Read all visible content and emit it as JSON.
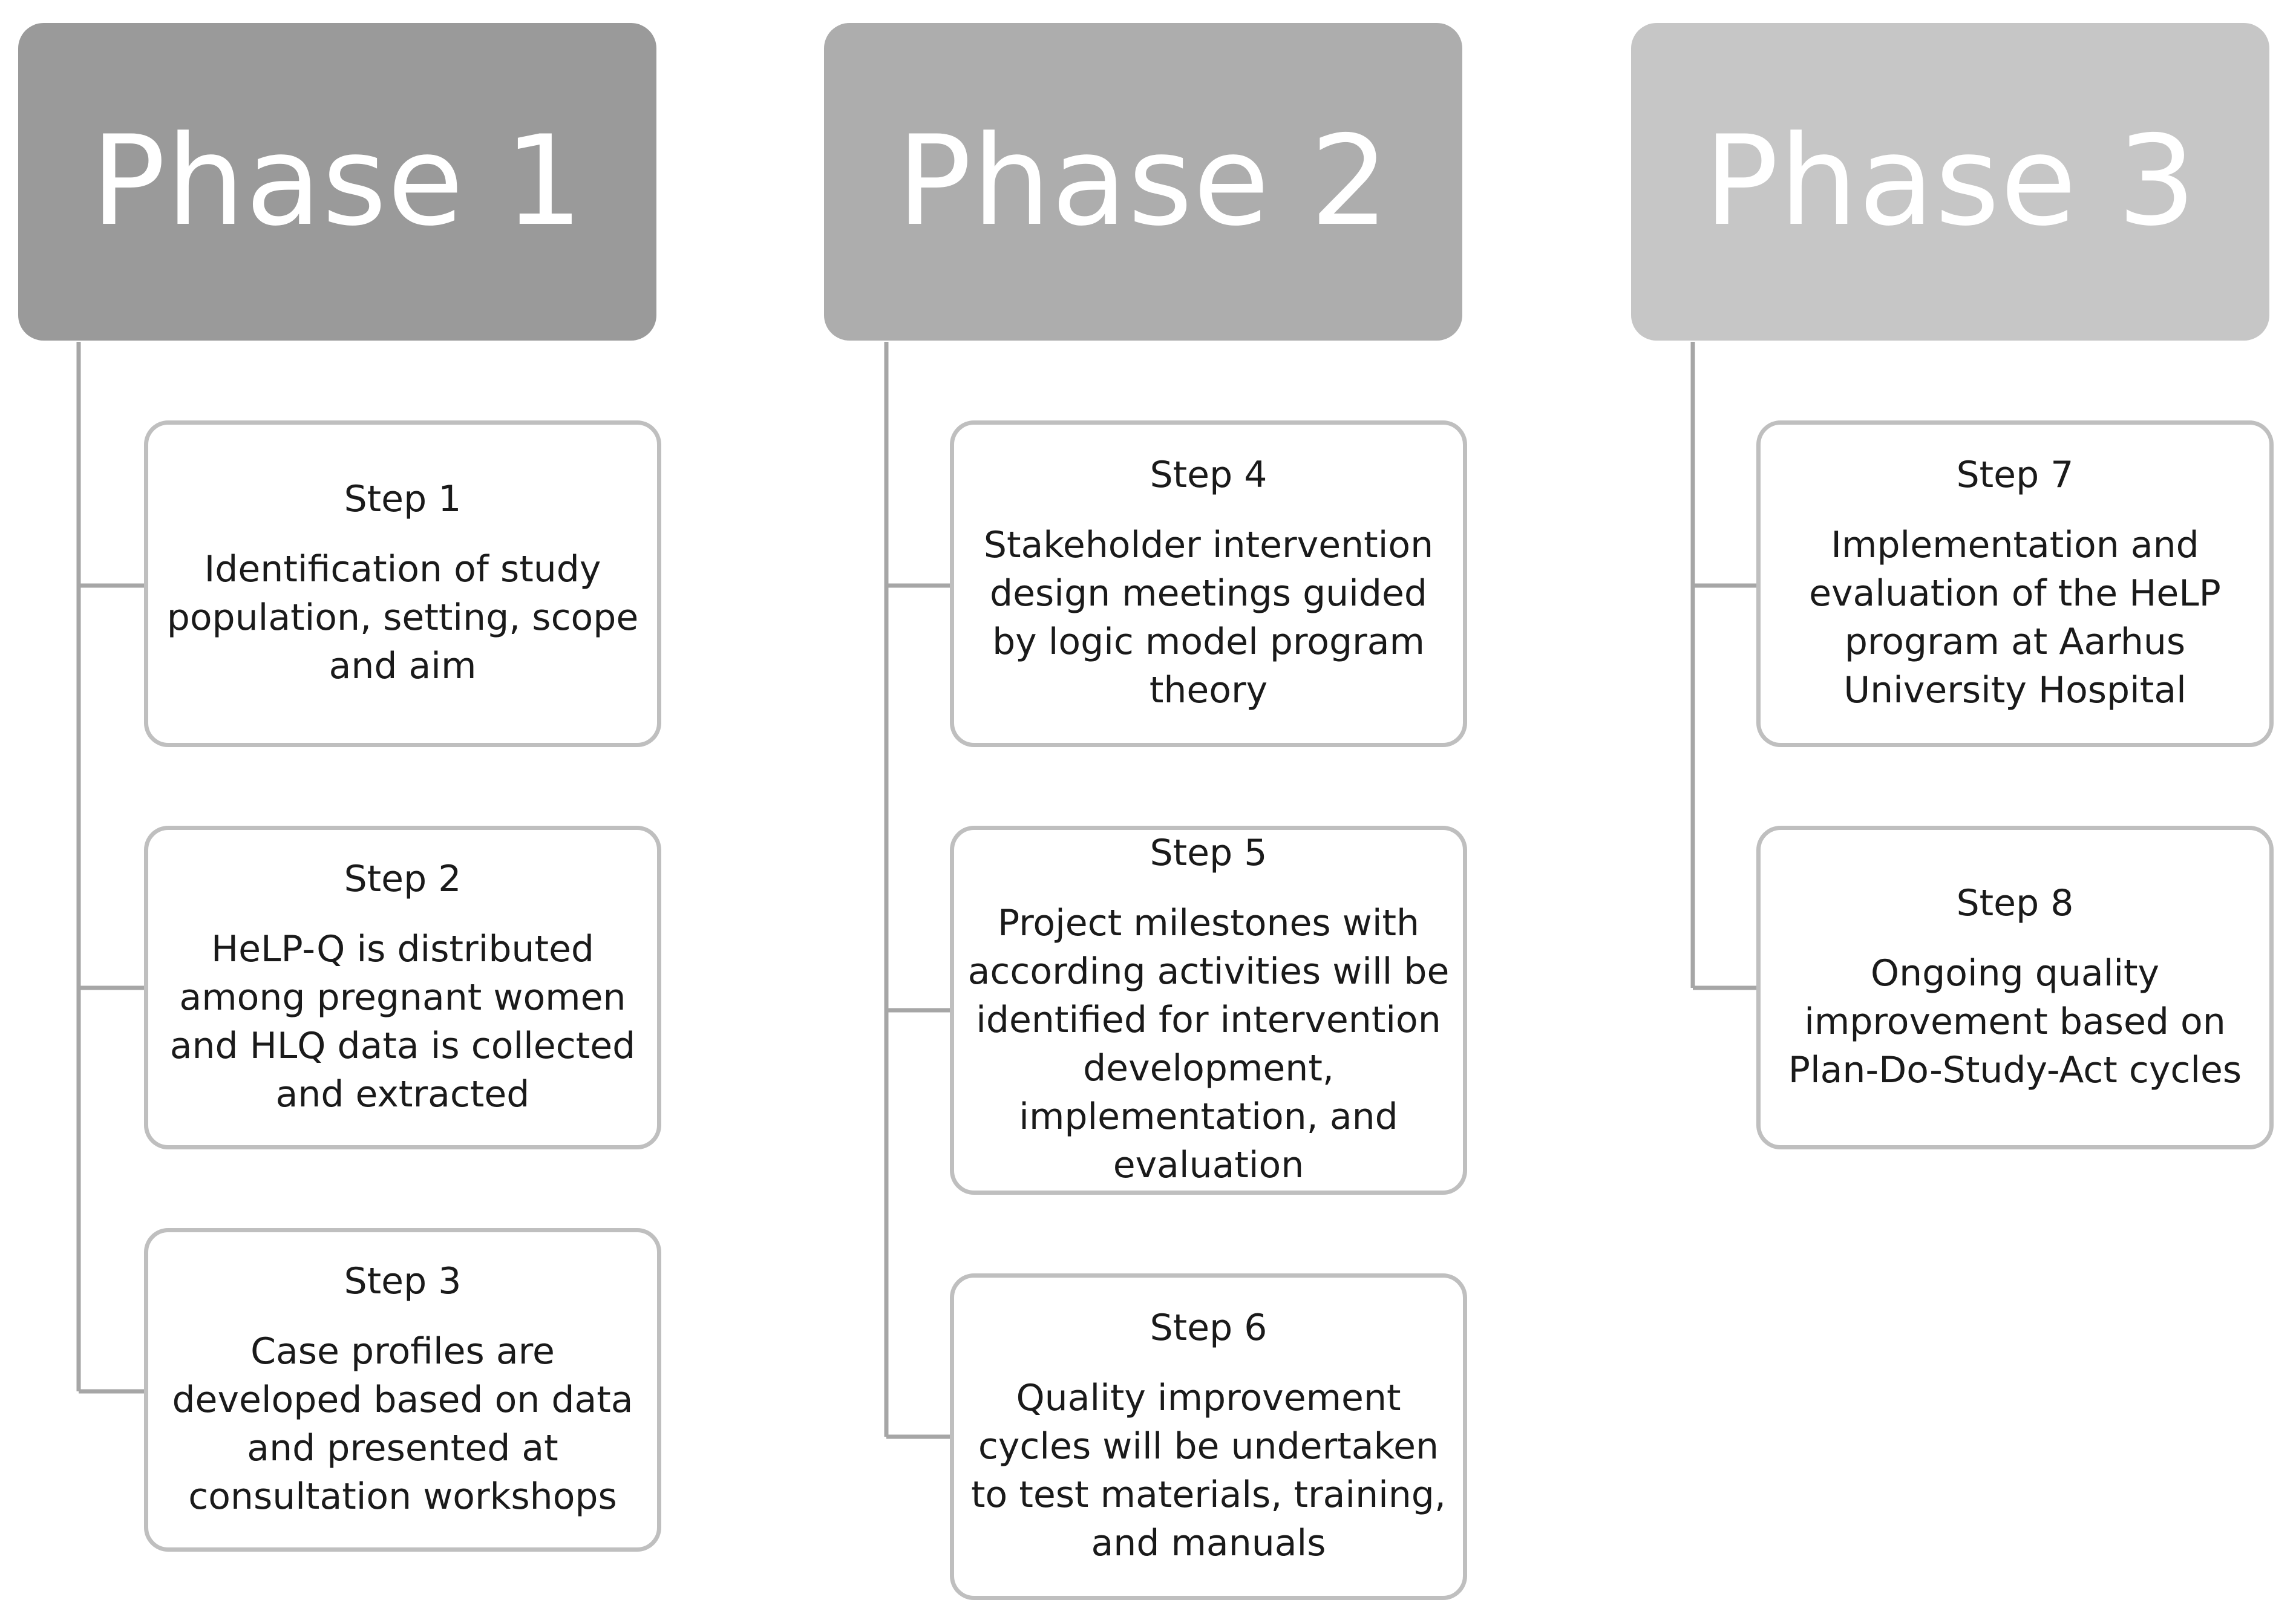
{
  "colors": {
    "phase_1": "#9a9a9a",
    "phase_2": "#adadad",
    "phase_3": "#c6c6c6",
    "connector": "#a6a6a6",
    "box_border": "#bfbfbf"
  },
  "phases": [
    {
      "title": "Phase 1",
      "steps": [
        {
          "label": "Step 1",
          "text": "Identification of study population, setting, scope and aim"
        },
        {
          "label": "Step 2",
          "text": "HeLP-Q is distributed among pregnant women and HLQ data is collected and extracted"
        },
        {
          "label": "Step 3",
          "text": "Case profiles are developed based on data and presented at consultation workshops"
        }
      ]
    },
    {
      "title": "Phase 2",
      "steps": [
        {
          "label": "Step 4",
          "text": "Stakeholder intervention design meetings guided by logic model program theory"
        },
        {
          "label": "Step 5",
          "text": "Project milestones with according activities will be identified for intervention development, implementation, and evaluation"
        },
        {
          "label": "Step 6",
          "text": "Quality improvement cycles  will be undertaken to test materials, training, and manuals"
        }
      ]
    },
    {
      "title": "Phase 3",
      "steps": [
        {
          "label": "Step 7",
          "text": "Implementation and evaluation of the HeLP program at Aarhus University Hospital"
        },
        {
          "label": "Step 8",
          "text": "Ongoing quality improvement based on Plan-Do-Study-Act cycles"
        }
      ]
    }
  ]
}
